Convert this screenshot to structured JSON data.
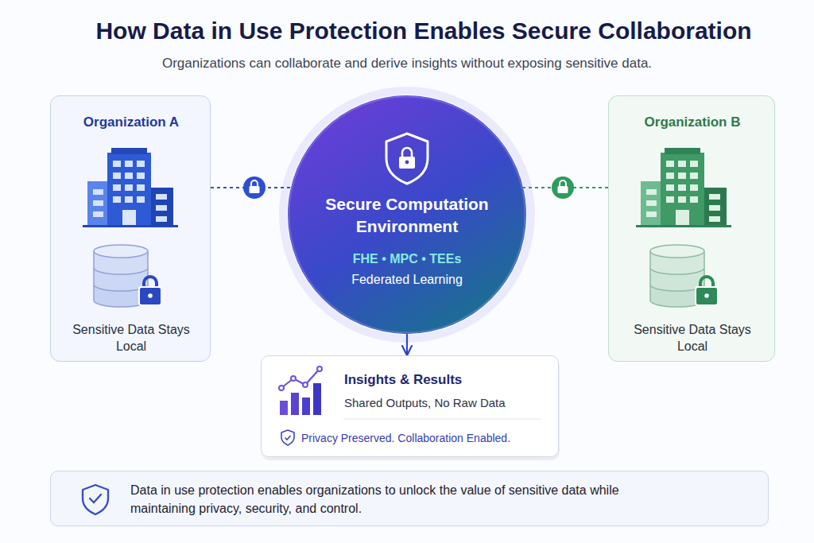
{
  "diagram": {
    "title": "How Data in Use Protection Enables Secure Collaboration",
    "caption": "Organizations can collaborate and derive insights without exposing sensitive data.",
    "nodes": [
      {
        "text": [
          "Organization A",
          "Sensitive Data Stays Local"
        ]
      },
      {
        "text": [
          "Secure Computation Environment",
          "FHE • MPC • TEEs",
          "Federated Learning"
        ]
      },
      {
        "text": [
          "Organization B",
          "Sensitive Data Stays Local"
        ]
      },
      {
        "text": [
          "Insights & Results",
          "Shared Outputs, No Raw Data",
          "Privacy Preserved. Collaboration Enabled."
        ]
      },
      {
        "text": [
          "Data in use protection enables organizations to unlock the value of sensitive data while maintaining privacy, security, and control."
        ]
      }
    ],
    "edges": [
      {
        "from": 0,
        "to": 1,
        "arrow": "none"
      },
      {
        "from": 2,
        "to": 1,
        "arrow": "none"
      },
      {
        "from": 1,
        "to": 3,
        "arrow": "to"
      }
    ]
  }
}
